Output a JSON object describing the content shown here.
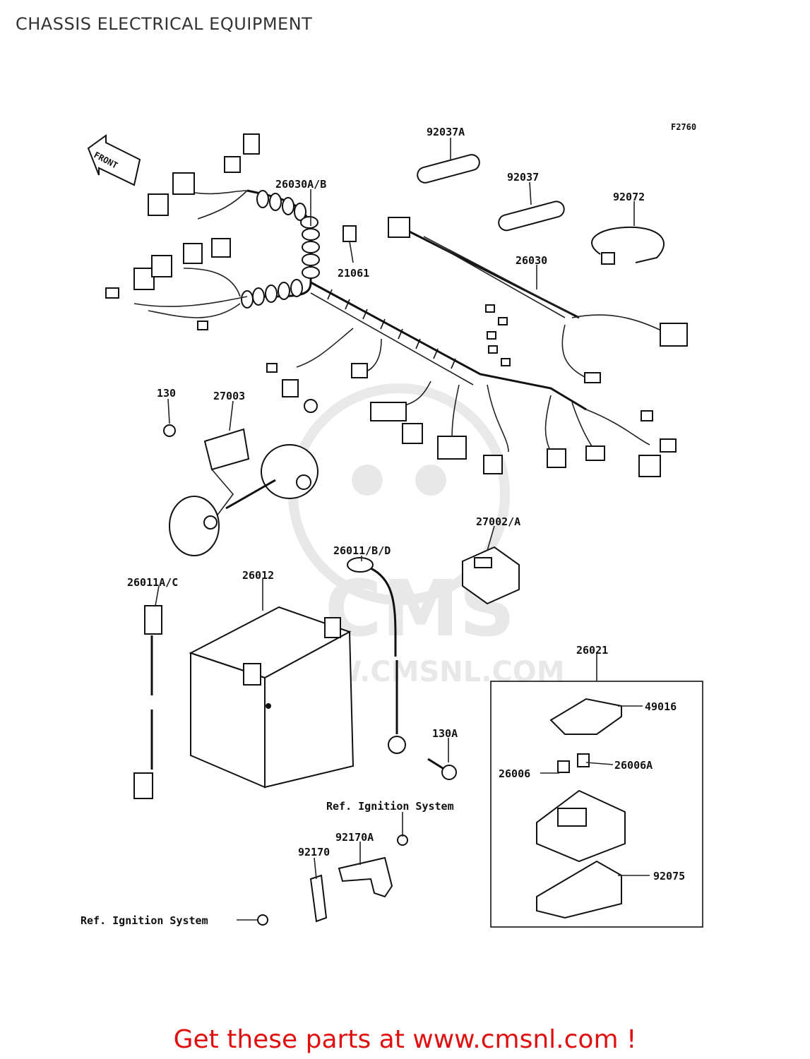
{
  "page": {
    "title": "CHASSIS ELECTRICAL EQUIPMENT",
    "figure_code": "F2760"
  },
  "front_arrow": {
    "label": "FRONT"
  },
  "parts": {
    "p92037A": "92037A",
    "p92037": "92037",
    "p92072": "92072",
    "p26030AB": "26030A/B",
    "p21061": "21061",
    "p26030": "26030",
    "p130": "130",
    "p27003": "27003",
    "p27002A": "27002/A",
    "p26011BD": "26011/B/D",
    "p26011AC": "26011A/C",
    "p26012": "26012",
    "p26021": "26021",
    "p49016": "49016",
    "p26006": "26006",
    "p26006A": "26006A",
    "p130A": "130A",
    "p92075": "92075",
    "p92170A": "92170A",
    "p92170": "92170"
  },
  "references": {
    "ignition_1": "Ref. Ignition System",
    "ignition_2": "Ref. Ignition System"
  },
  "watermark": {
    "brand": "CMS",
    "url": "WWW.CMSNL.COM"
  },
  "footer": {
    "text": "Get these parts at www.cmsnl.com !"
  }
}
